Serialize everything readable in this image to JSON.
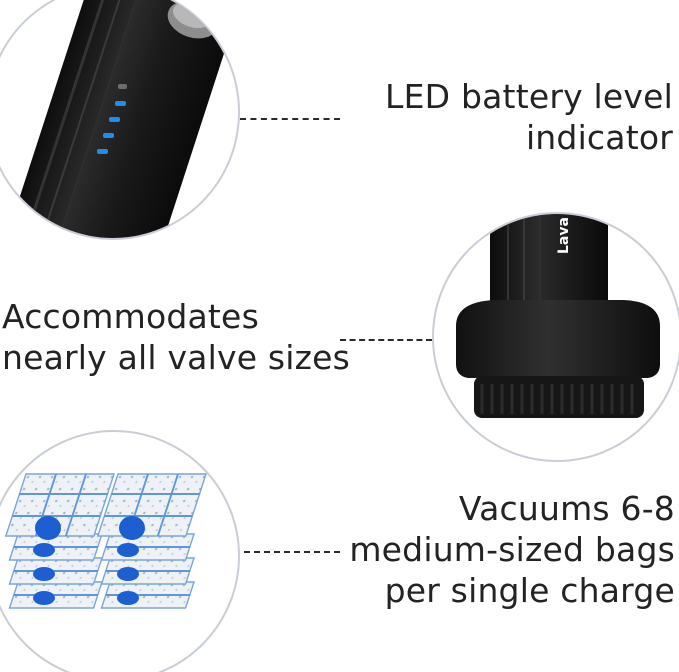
{
  "features": [
    {
      "id": "battery",
      "caption_lines": [
        "LED battery level",
        "indicator"
      ],
      "icon": "battery-led-icon"
    },
    {
      "id": "valve",
      "caption_lines": [
        "Accommodates",
        "nearly all valve sizes"
      ],
      "icon": "valve-nozzle-icon"
    },
    {
      "id": "bags",
      "caption_lines": [
        "Vacuums 6-8",
        "medium-sized bags",
        "per single charge"
      ],
      "icon": "vacuum-bags-icon"
    }
  ],
  "brand_text": "Lava",
  "colors": {
    "led_blue": "#1f8cf0",
    "device_black": "#1c1c1c",
    "circle_border": "#c9ced6",
    "bag_valve_blue": "#1d5fd0"
  }
}
